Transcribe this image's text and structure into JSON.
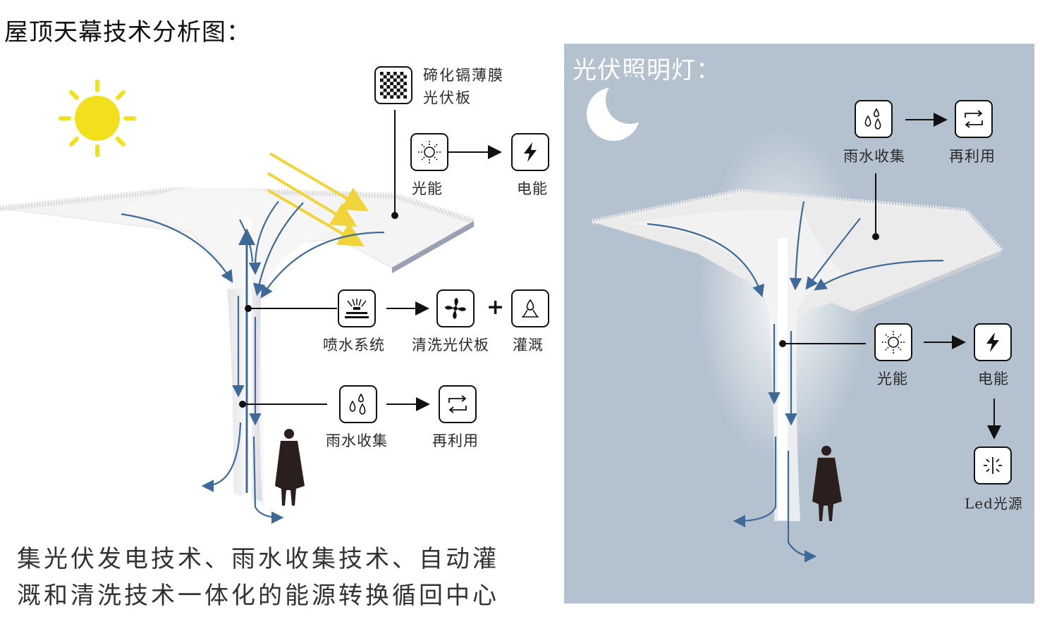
{
  "title": "屋顶天幕技术分析图：",
  "day": {
    "film_label_line1": "碲化镉薄膜",
    "film_label_line2": "光伏板",
    "solar_label": "光能",
    "electric_label": "电能",
    "spray_label": "喷水系统",
    "clean_label": "清洗光伏板",
    "irrigation_label": "灌溉",
    "plus": "+",
    "rain_label": "雨水收集",
    "reuse_label": "再利用"
  },
  "night": {
    "title": "光伏照明灯：",
    "rain_label": "雨水收集",
    "reuse_label": "再利用",
    "solar_label": "光能",
    "electric_label": "电能",
    "led_label": "Led光源"
  },
  "caption": {
    "line1": "集光伏发电技术、雨水收集技术、自动灌",
    "line2": "溉和清洗技术一体化的能源转换循回中心"
  },
  "colors": {
    "sun": "#f2e01e",
    "ray": "#f0d43a",
    "flow_arrow": "#3e6a9a",
    "night_bg": "#b4c2cf",
    "canopy": "#f1f1f1"
  },
  "icons": [
    "sun-icon",
    "moon-icon",
    "checker-panel-icon",
    "solar-light-icon",
    "lightning-icon",
    "sprinkler-icon",
    "fan-icon",
    "irrigation-icon",
    "raindrops-icon",
    "recycle-icon",
    "led-icon",
    "person-silhouette-icon"
  ]
}
